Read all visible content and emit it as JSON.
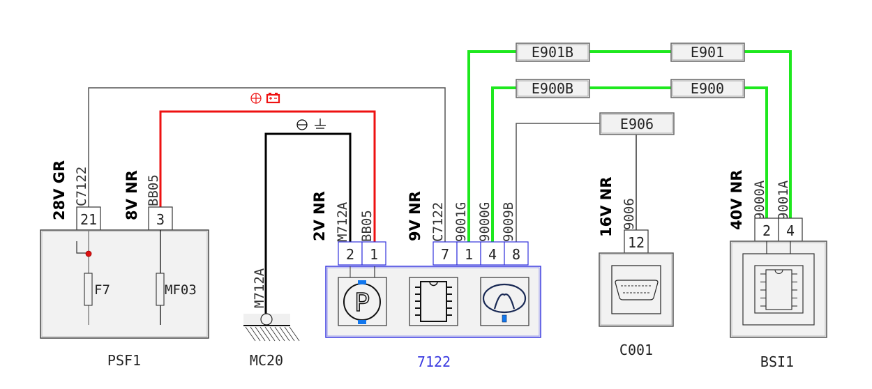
{
  "colors": {
    "wire_green": "#1ee81e",
    "wire_red": "#ee1111",
    "wire_black": "#000000",
    "wire_grey": "#555555",
    "component_fill": "#f2f2f2",
    "highlight_blue": "#3a3ae0",
    "icon_blue": "#1177ee"
  },
  "supply_labels": {
    "positive": "⊕",
    "ground": "⊖"
  },
  "splices": [
    {
      "id": "E901B",
      "label": "E901B"
    },
    {
      "id": "E901",
      "label": "E901"
    },
    {
      "id": "E900B",
      "label": "E900B"
    },
    {
      "id": "E900",
      "label": "E900"
    },
    {
      "id": "E906",
      "label": "E906"
    }
  ],
  "components": {
    "psf1": {
      "name": "PSF1",
      "pins": [
        "21",
        "3"
      ],
      "fuses": [
        "F7",
        "MF03"
      ],
      "wires": [
        {
          "spec": "28V GR",
          "code": "C7122"
        },
        {
          "spec": "8V NR",
          "code": "BB05"
        }
      ]
    },
    "mc20": {
      "name": "MC20",
      "wire_code": "M712A"
    },
    "c7122": {
      "name": "7122",
      "connector_a": {
        "spec": "2V NR",
        "pins": [
          "2",
          "1"
        ],
        "codes": [
          "M712A",
          "BB05"
        ]
      },
      "connector_b": {
        "spec": "9V NR",
        "pins": [
          "7",
          "1",
          "4",
          "8"
        ],
        "codes": [
          "C7122",
          "9001G",
          "9000G",
          "9009B"
        ]
      },
      "icons": [
        "parking-brake-motor",
        "ecu-chip",
        "warning-lamp"
      ],
      "motor_letter": "P"
    },
    "c001": {
      "name": "C001",
      "spec": "16V NR",
      "pins": [
        "12"
      ],
      "codes": [
        "9006"
      ]
    },
    "bsi1": {
      "name": "BSI1",
      "spec": "40V NR",
      "pins": [
        "2",
        "4"
      ],
      "codes": [
        "9000A",
        "9001A"
      ]
    }
  }
}
